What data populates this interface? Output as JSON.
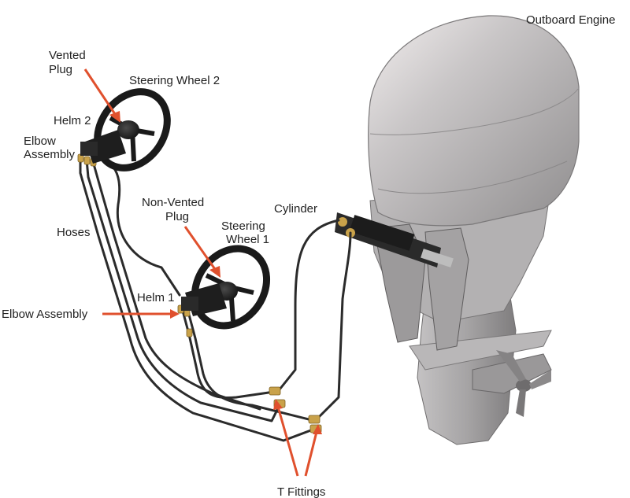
{
  "labels": {
    "outboard_engine": "Outboard Engine",
    "vented_plug_line1": "Vented",
    "vented_plug_line2": "Plug",
    "steering_wheel_2": "Steering Wheel 2",
    "helm_2": "Helm 2",
    "elbow_assembly_top_line1": "Elbow",
    "elbow_assembly_top_line2": "Assembly",
    "non_vented_plug_line1": "Non-Vented",
    "non_vented_plug_line2": "Plug",
    "cylinder": "Cylinder",
    "steering_wheel_1_line1": "Steering",
    "steering_wheel_1_line2": "Wheel 1",
    "hoses": "Hoses",
    "helm_1": "Helm 1",
    "elbow_assembly_bottom": "Elbow Assembly",
    "t_fittings": "T Fittings"
  },
  "colors": {
    "arrow": "#e0502d",
    "hose": "#2b2b2b",
    "engine": "#a9a9ab",
    "fitting": "#c9a24a",
    "text": "#222222"
  }
}
